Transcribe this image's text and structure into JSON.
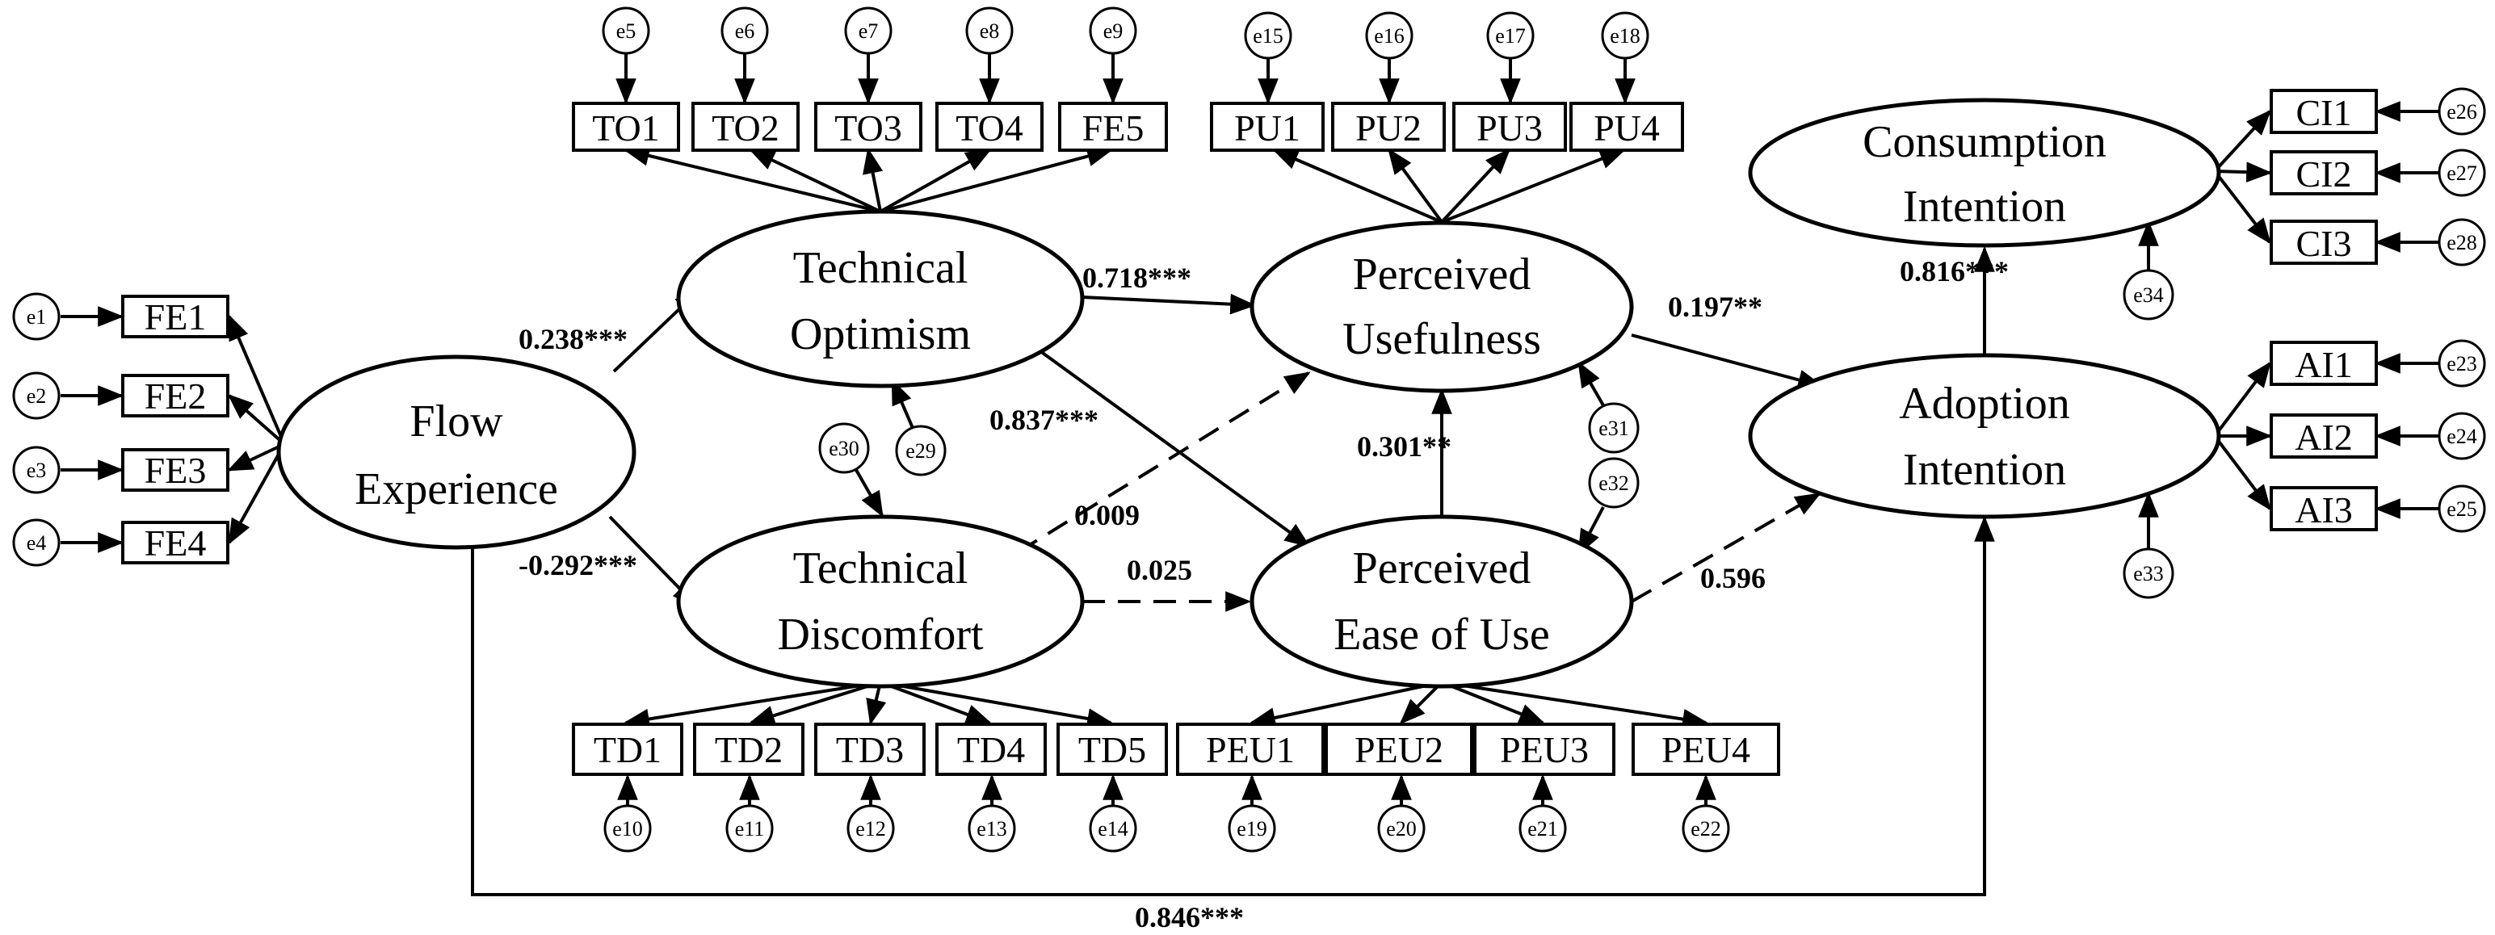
{
  "latents": [
    {
      "id": "FE",
      "lines": [
        "Flow",
        "Experience"
      ]
    },
    {
      "id": "TO",
      "lines": [
        "Technical",
        "Optimism"
      ]
    },
    {
      "id": "TD",
      "lines": [
        "Technical",
        "Discomfort"
      ]
    },
    {
      "id": "PU",
      "lines": [
        "Perceived",
        "Usefulness"
      ]
    },
    {
      "id": "PEU",
      "lines": [
        "Perceived",
        "Ease of Use"
      ]
    },
    {
      "id": "CI",
      "lines": [
        "Consumption",
        "Intention"
      ]
    },
    {
      "id": "AI",
      "lines": [
        "Adoption",
        "Intention"
      ]
    }
  ],
  "indicators": [
    {
      "label": "FE1",
      "latent": "FE",
      "error": "e1"
    },
    {
      "label": "FE2",
      "latent": "FE",
      "error": "e2"
    },
    {
      "label": "FE3",
      "latent": "FE",
      "error": "e3"
    },
    {
      "label": "FE4",
      "latent": "FE",
      "error": "e4"
    },
    {
      "label": "TO1",
      "latent": "TO",
      "error": "e5"
    },
    {
      "label": "TO2",
      "latent": "TO",
      "error": "e6"
    },
    {
      "label": "TO3",
      "latent": "TO",
      "error": "e7"
    },
    {
      "label": "TO4",
      "latent": "TO",
      "error": "e8"
    },
    {
      "label": "FE5",
      "latent": "TO",
      "error": "e9"
    },
    {
      "label": "PU1",
      "latent": "PU",
      "error": "e15"
    },
    {
      "label": "PU2",
      "latent": "PU",
      "error": "e16"
    },
    {
      "label": "PU3",
      "latent": "PU",
      "error": "e17"
    },
    {
      "label": "PU4",
      "latent": "PU",
      "error": "e18"
    },
    {
      "label": "TD1",
      "latent": "TD",
      "error": "e10"
    },
    {
      "label": "TD2",
      "latent": "TD",
      "error": "e11"
    },
    {
      "label": "TD3",
      "latent": "TD",
      "error": "e12"
    },
    {
      "label": "TD4",
      "latent": "TD",
      "error": "e13"
    },
    {
      "label": "TD5",
      "latent": "TD",
      "error": "e14"
    },
    {
      "label": "PEU1",
      "latent": "PEU",
      "error": "e19"
    },
    {
      "label": "PEU2",
      "latent": "PEU",
      "error": "e20"
    },
    {
      "label": "PEU3",
      "latent": "PEU",
      "error": "e21"
    },
    {
      "label": "PEU4",
      "latent": "PEU",
      "error": "e22"
    },
    {
      "label": "CI1",
      "latent": "CI",
      "error": "e26"
    },
    {
      "label": "CI2",
      "latent": "CI",
      "error": "e27"
    },
    {
      "label": "CI3",
      "latent": "CI",
      "error": "e28"
    },
    {
      "label": "AI1",
      "latent": "AI",
      "error": "e23"
    },
    {
      "label": "AI2",
      "latent": "AI",
      "error": "e24"
    },
    {
      "label": "AI3",
      "latent": "AI",
      "error": "e25"
    }
  ],
  "disturbances": [
    {
      "label": "e29",
      "latent": "TO"
    },
    {
      "label": "e30",
      "latent": "TD"
    },
    {
      "label": "e31",
      "latent": "PU"
    },
    {
      "label": "e32",
      "latent": "PEU"
    },
    {
      "label": "e33",
      "latent": "AI"
    },
    {
      "label": "e34",
      "latent": "CI"
    }
  ],
  "paths": [
    {
      "from": "FE",
      "to": "TO",
      "coef": "0.238***",
      "style": "solid"
    },
    {
      "from": "FE",
      "to": "TD",
      "coef": "-0.292***",
      "style": "solid"
    },
    {
      "from": "TO",
      "to": "PU",
      "coef": "0.718***",
      "style": "solid"
    },
    {
      "from": "TO",
      "to": "PEU",
      "coef": "0.837***",
      "style": "solid"
    },
    {
      "from": "TD",
      "to": "PU",
      "coef": "0.009",
      "style": "dashed"
    },
    {
      "from": "TD",
      "to": "PEU",
      "coef": "0.025",
      "style": "dashed"
    },
    {
      "from": "PEU",
      "to": "PU",
      "coef": "0.301**",
      "style": "solid"
    },
    {
      "from": "PU",
      "to": "AI",
      "coef": "0.197**",
      "style": "solid"
    },
    {
      "from": "PEU",
      "to": "AI",
      "coef": "0.596",
      "style": "dashed"
    },
    {
      "from": "AI",
      "to": "CI",
      "coef": "0.816***",
      "style": "solid"
    },
    {
      "from": "FE",
      "to": "AI",
      "coef": "0.846***",
      "style": "solid"
    }
  ]
}
